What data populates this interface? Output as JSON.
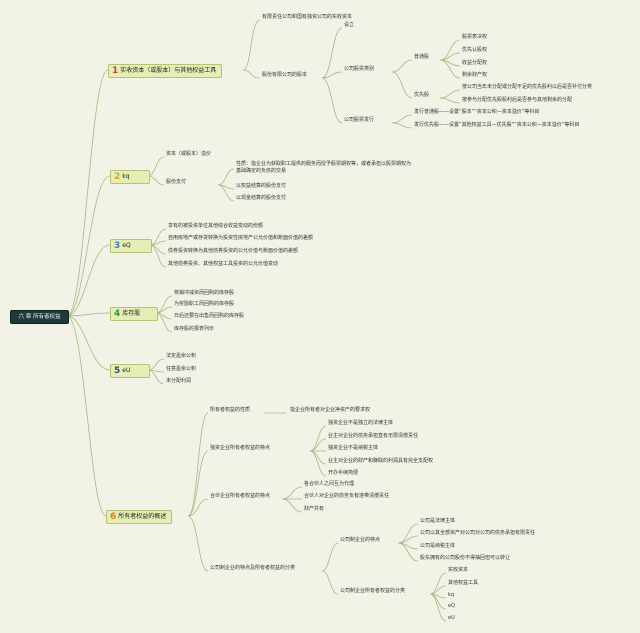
{
  "root": "六 章  所有者权益",
  "colors": {
    "background": "#f2f3e6",
    "root_bg": "#1f3a3a",
    "topic_bg": "#e6eeb5",
    "line": "#a8b884"
  },
  "topics": [
    {
      "num": "1",
      "num_color": "#d63b2a",
      "label": "实收资本（或股本）与其他权益工具"
    },
    {
      "num": "2",
      "num_color": "#e0a020",
      "label": "kq"
    },
    {
      "num": "3",
      "num_color": "#3a7bd5",
      "label": "eQ"
    },
    {
      "num": "4",
      "num_color": "#2a9a3a",
      "label": "库存股"
    },
    {
      "num": "5",
      "num_color": "#2c4a8a",
      "label": "eU"
    },
    {
      "num": "6",
      "num_color": "#e8731a",
      "label": "所有者权益的概述"
    }
  ],
  "nodes": {
    "b1a": "有限责任公司和国有独资公司的实收资本",
    "b1b": "股份有限公司的股本",
    "b1c": "设立",
    "b1d": "公司股票类别",
    "b1e": "普通股",
    "b1f": "股票表决权",
    "b1g": "优先认股权",
    "b1h": "收益分配权",
    "b1i": "剩余财产权",
    "b1j": "优先股",
    "b1k": "按公司当年未分配或分配不足的优先股利以后是否补付分类",
    "b1l": "按参与分配优先股股利后是否参与其他剩余的分配",
    "b1m": "公司股票发行",
    "b1n": "发行普通股——设置“股本”“资本公积—资本溢价”等科目",
    "b1o": "发行优先股——设置“其他权益工具—优先股”“资本公积—资本溢价”等科目",
    "b2a": "资本（或股本）溢价",
    "b2b": "股份支付",
    "b2c": "性质：指企业为获取职工提供的服务而授予股票期权等，或者承担以股票期权为",
    "b2c2": "基础确定的负债的交易",
    "b2d": "以权益结算的股份支付",
    "b2e": "以现金结算的股份支付",
    "b3a": "享有的被投资单位其他综合收益变动的份额",
    "b3b": "自用房地产或存货转换为投资性房地产公允价值和账面价值的差额",
    "b3c": "债券投资转换为其他债券投资的公允价值与账面价值的差额",
    "b3d": "其他债券投资、其他权益工具投资的公允价值变动",
    "b4a": "核销冲减资而回购的库存股",
    "b4b": "为奖励职工而回购的库存股",
    "b4c": "日后还要在出售而回购的库存股",
    "b4d": "库存股的报表列示",
    "b5a": "法定盈余公积",
    "b5b": "任意盈余公积",
    "b5c": "未分配利润",
    "b6a": "所有者权益的性质",
    "b6a1": "指企业所有者对企业净资产的要求权",
    "b6b": "独资企业所有者权益的特点",
    "b6b1": "独资企业不是独立的法律主体",
    "b6b2": "业主对企业的债务承担直有无限清偿责任",
    "b6b3": "独资企业不是纳税主体",
    "b6b4": "业主对企业的财产和赚取的利润具有完全支配权",
    "b6b5": "开办手续简便",
    "b6c": "合伙企业所有者权益的特点",
    "b6c1": "各合伙人之间互为代理",
    "b6c2": "合伙人对企业的债务负有连带清偿责任",
    "b6c3": "财产共有",
    "b6d": "公司制企业的特点及所有者权益的分类",
    "b6d1": "公司制企业的特点",
    "b6d1a": "公司是法律主体",
    "b6d1b": "公司以其全部资产对公司对公司的债务承担有限责任",
    "b6d1c": "公司是纳税主体",
    "b6d1d": "股东拥有的公司股份不得抽回但可以转让",
    "b6d2": "公司制企业所有者权益的分类",
    "b6d2a": "实收资本",
    "b6d2b": "其他权益工具",
    "b6d2c": "kq",
    "b6d2d": "eQ",
    "b6d2e": "eU"
  }
}
